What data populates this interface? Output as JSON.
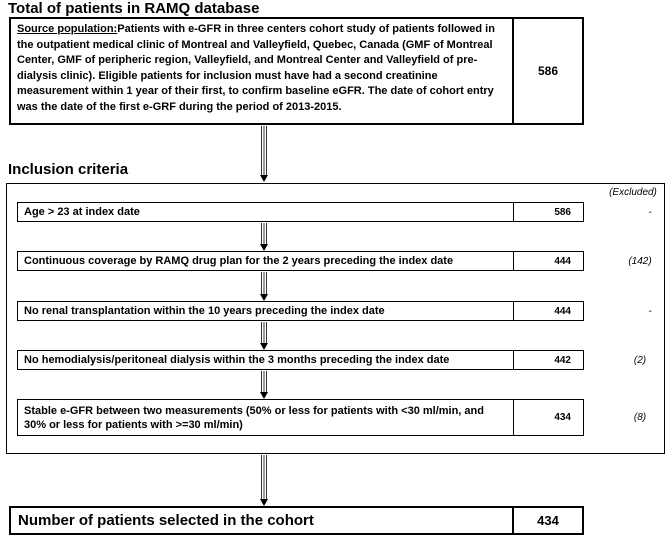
{
  "total": {
    "heading": "Total of patients in RAMQ database",
    "source_label": "Source population:",
    "source_text": "Patients with e-GFR in three centers cohort study of patients followed in the outpatient medical clinic of Montreal and Valleyfield, Quebec, Canada (GMF of Montreal Center, GMF of peripheric region, Valleyfield, and Montreal Center and Valleyfield  of pre-dialysis clinic). Eligible patients for inclusion must have had a second creatinine measurement within 1 year of their first, to confirm baseline eGFR. The date of cohort entry was the date of the first e-GRF during the period of 2013-2015.",
    "count": "586"
  },
  "inclusion": {
    "heading": "Inclusion criteria",
    "excluded_header": "(Excluded)",
    "criteria": [
      {
        "text": "Age > 23 at index date",
        "count": "586",
        "excluded": "-"
      },
      {
        "text": "Continuous coverage by RAMQ drug plan for the 2 years preceding the index date",
        "count": "444",
        "excluded": "(142)"
      },
      {
        "text": "No renal transplantation within the 10 years  preceding the index date",
        "count": "444",
        "excluded": "-"
      },
      {
        "text": "No hemodialysis/peritoneal dialysis within the 3 months preceding the index date",
        "count": "442",
        "excluded": "(2)"
      },
      {
        "text": "Stable e-GFR between two measurements (50% or less for patients with <30 ml/min, and 30% or less for patients with >=30 ml/min)",
        "count": "434",
        "excluded": "(8)"
      }
    ]
  },
  "final": {
    "text": "Number of patients selected in the cohort",
    "count": "434"
  }
}
